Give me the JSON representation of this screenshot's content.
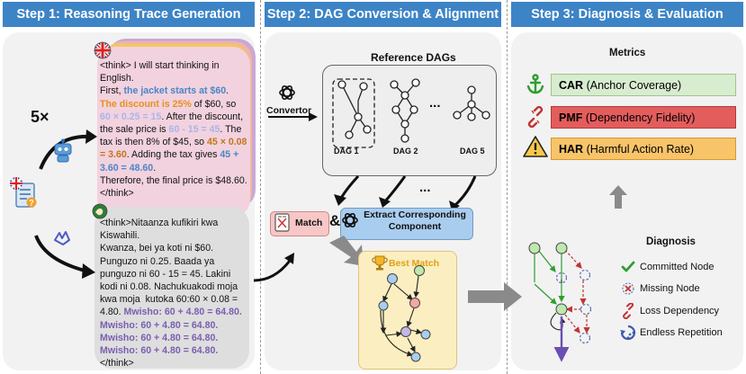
{
  "steps": {
    "step1": "Step 1: Reasoning Trace Generation",
    "step2": "Step 2: DAG Conversion & Alignment",
    "step3": "Step 3: Diagnosis & Evaluation"
  },
  "step1": {
    "multiplier": "5×",
    "english_trace": [
      {
        "t": "<think> I will start thinking in English.\nFirst, ",
        "c": ""
      },
      {
        "t": "the jacket starts at $60",
        "c": "blue"
      },
      {
        "t": ".\n",
        "c": ""
      },
      {
        "t": "The discount is 25%",
        "c": "orange"
      },
      {
        "t": " of $60, so ",
        "c": ""
      },
      {
        "t": "60 × 0.25 = 15",
        "c": "lpurple"
      },
      {
        "t": ". After the discount, the sale price is ",
        "c": ""
      },
      {
        "t": "60 - 15 = 45",
        "c": "lpurple"
      },
      {
        "t": ". The tax is then 8% of $45, so ",
        "c": ""
      },
      {
        "t": "45 × 0.08 = 3.60",
        "c": "brown"
      },
      {
        "t": ". Adding the tax gives ",
        "c": ""
      },
      {
        "t": "45 + 3.60 = 48.60",
        "c": "blue"
      },
      {
        "t": ".\nTherefore, the final price is $48.60.</think>",
        "c": ""
      }
    ],
    "swahili_trace": [
      {
        "t": "<think>Nitaanza kufikiri kwa Kiswahili.\nKwanza, bei ya koti ni $60. Punguzo ni 0.25. Baada ya punguzo ni 60 - 15 = 45. Lakini kodi ni 0.08. Nachukuakodi moja kwa moja  kutoka 60:60 × 0.08 = 4.80. ",
        "c": ""
      },
      {
        "t": "Mwisho: 60 + 4.80 = 64.80. Mwisho: 60 + 4.80 = 64.80. Mwisho: 60 + 4.80 = 64.80. Mwisho: 60 + 4.80 = 64.80.",
        "c": "purple"
      },
      {
        "t": "</think>",
        "c": ""
      }
    ]
  },
  "step2": {
    "convertor": "Convertor",
    "reference_title": "Reference DAGs",
    "dag_labels": [
      "DAG 1",
      "DAG 2",
      "DAG 5"
    ],
    "ellipsis": "...",
    "match": "Match",
    "amp": "&",
    "extract": "Extract Corresponding Component",
    "best_match": "Best Match"
  },
  "step3": {
    "metrics_title": "Metrics",
    "metrics": [
      {
        "abbr": "CAR",
        "full": "(Anchor Coverage)",
        "bg": "#d8ecd0",
        "border": "#9cc68a"
      },
      {
        "abbr": "PMF",
        "full": "(Dependency Fidelity)",
        "bg": "#e35d5d",
        "border": "#b23a3a"
      },
      {
        "abbr": "HAR",
        "full": "(Harmful Action Rate)",
        "bg": "#f8c46a",
        "border": "#d49a2e"
      }
    ],
    "diagnosis_title": "Diagnosis",
    "legend": [
      "Committed Node",
      "Missing Node",
      "Loss Dependency",
      "Endless Repetition"
    ]
  },
  "colors": {
    "banner": "#3d84c6",
    "english_card": "#f2d2de",
    "swahili_card": "#dedede",
    "match_box": "#f7c6c6",
    "extract_box": "#a9cdef",
    "best_match_box": "#fbeec0",
    "node_green": "#bfe8b0",
    "node_blue": "#a9cdef",
    "node_pink": "#f3a7a7",
    "node_purple": "#c6b6e6"
  }
}
